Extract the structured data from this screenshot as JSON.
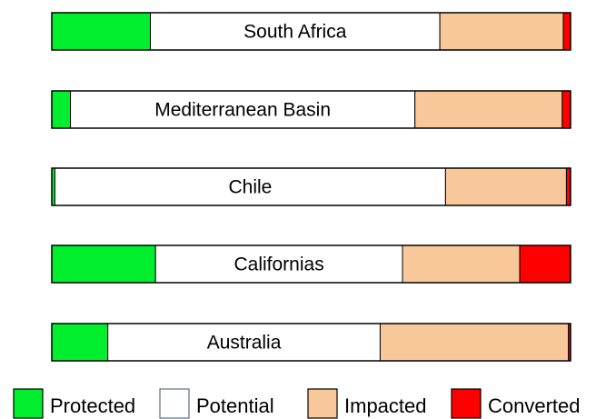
{
  "chart_data": {
    "type": "bar",
    "orientation": "horizontal",
    "stacked": true,
    "normalized": true,
    "unit": "fraction",
    "grid": false,
    "legend_placement": "bottom",
    "categories": [
      "South Africa",
      "Mediterranean Basin",
      "Chile",
      "Californias",
      "Australia"
    ],
    "series": [
      {
        "name": "Protected",
        "color": "#00ee2e",
        "values": [
          0.19,
          0.036,
          0.006,
          0.2,
          0.108
        ]
      },
      {
        "name": "Potential",
        "color": "#ffffff",
        "values": [
          0.558,
          0.664,
          0.753,
          0.476,
          0.525
        ]
      },
      {
        "name": "Impacted",
        "color": "#f9c89a",
        "values": [
          0.238,
          0.284,
          0.233,
          0.226,
          0.363
        ]
      },
      {
        "name": "Converted",
        "color": "#ff0000",
        "values": [
          0.014,
          0.016,
          0.008,
          0.098,
          0.004
        ]
      }
    ]
  }
}
